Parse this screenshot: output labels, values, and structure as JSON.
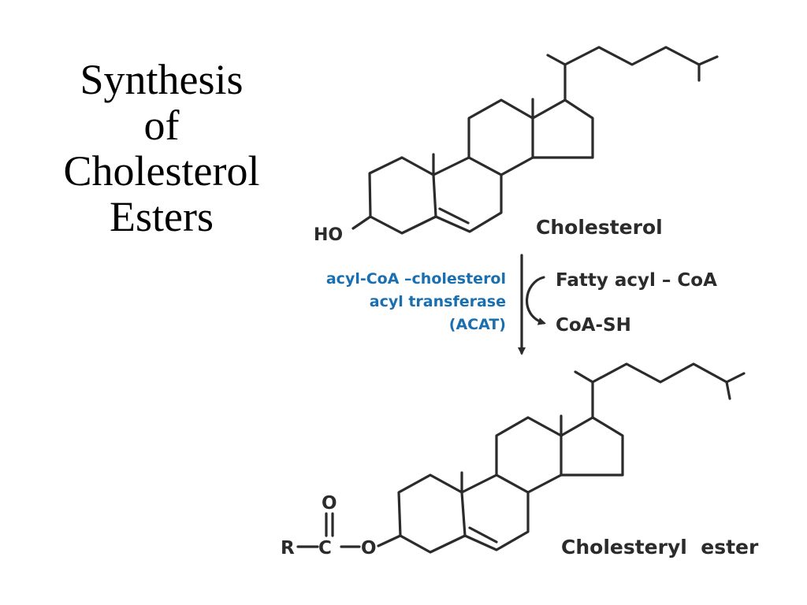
{
  "title_lines": [
    "Synthesis",
    "of",
    "Cholesterol",
    "Esters"
  ],
  "labels": {
    "top_molecule": "Cholesterol",
    "hydroxyl": "HO",
    "bottom_molecule": "Cholesteryl  ester",
    "reagent_in": "Fatty acyl – CoA",
    "reagent_out": "CoA-SH",
    "ester_R": "R",
    "ester_C": "C",
    "ester_O": "O",
    "ester_carbonyl_O": "O"
  },
  "enzyme": {
    "line1": "acyl-CoA –cholesterol",
    "line2": "acyl transferase",
    "line3": "(ACAT)"
  },
  "colors": {
    "enzyme_text": "#1a6fb0",
    "bonds": "#2b2b2b"
  }
}
